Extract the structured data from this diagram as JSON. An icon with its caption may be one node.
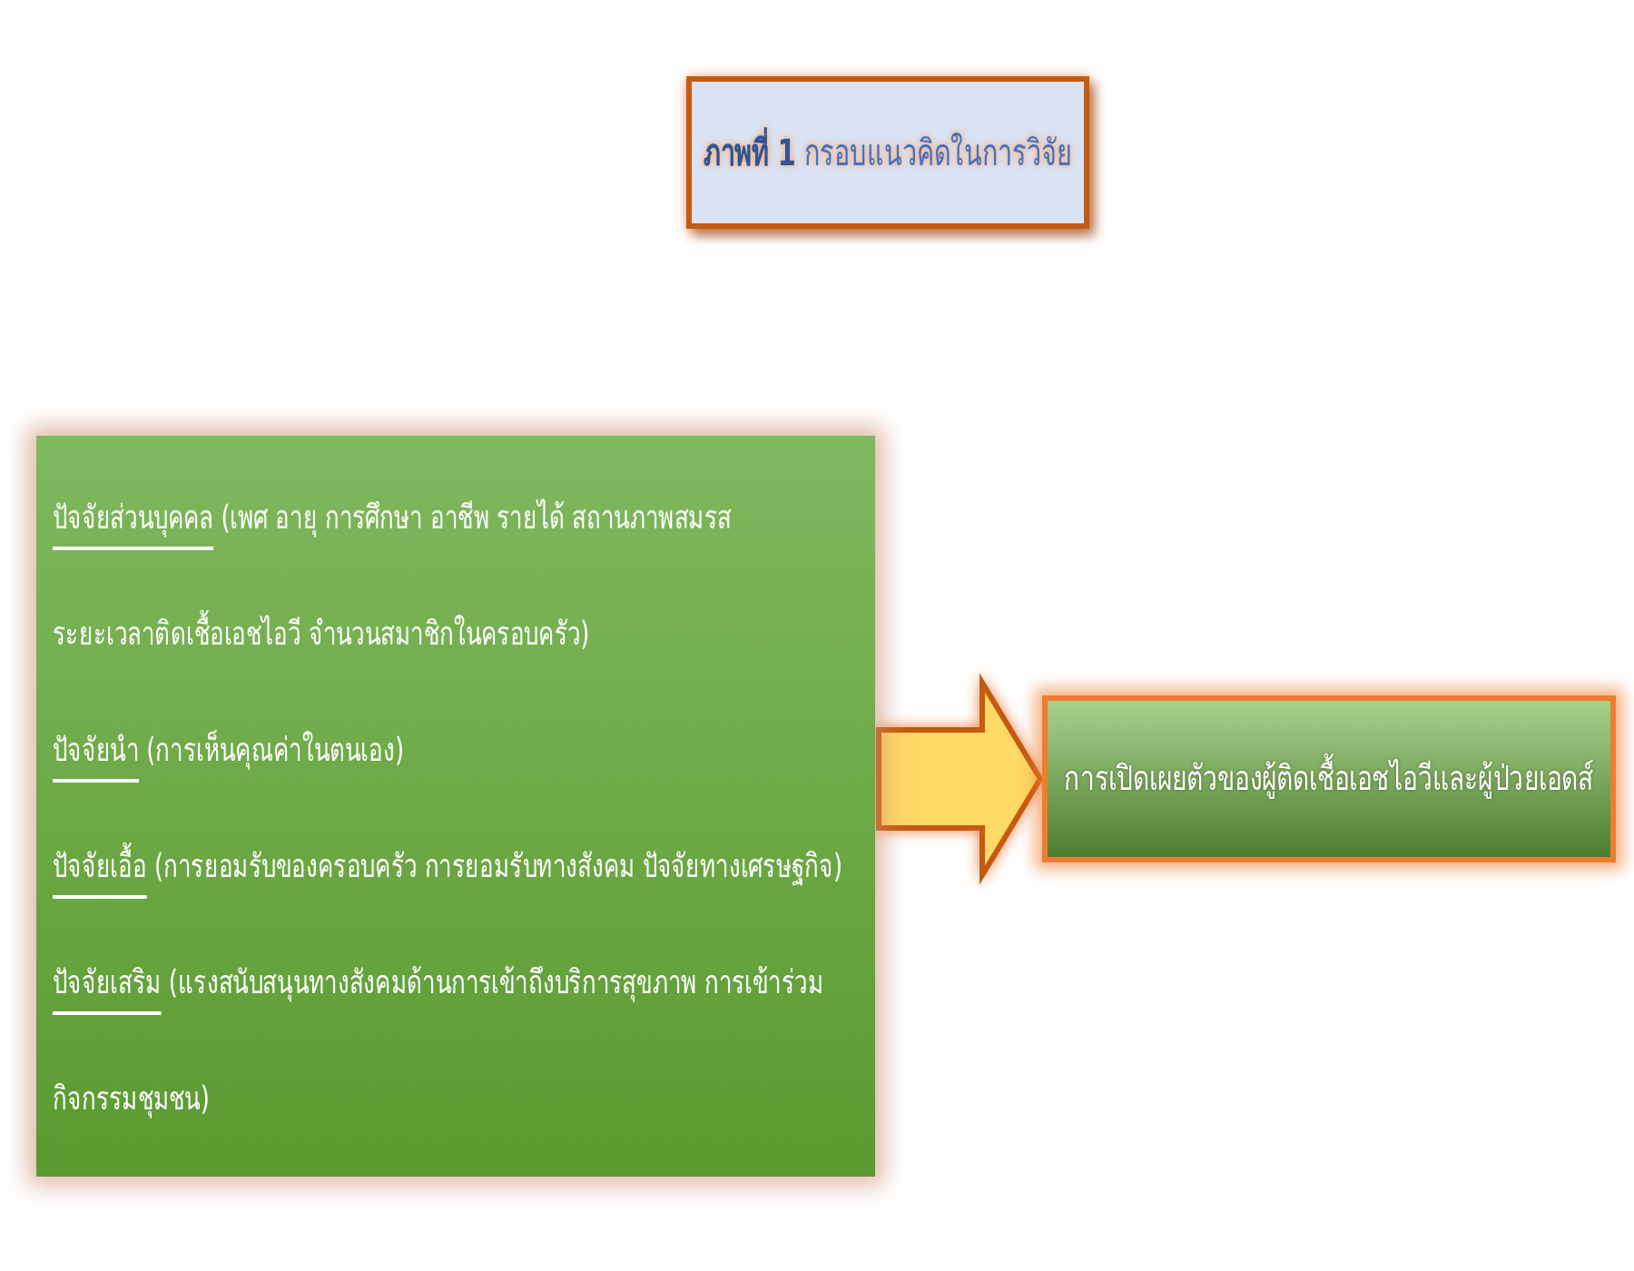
{
  "diagram": {
    "title": "**ภาพที่ 1** กรอบแนวคิดในการวิจัย",
    "nodes": [
      {
        "text": [
          "ปัจจัยส่วนบุคคล",
          "(เพศ อายุ การศึกษา อาชีพ รายได้ สถานภาพสมรส ระยะเวลาติดเชื้อเอชไอวี จำนวนสมาชิกในครอบครัว)",
          "ปัจจัยนำ",
          "(การเห็นคุณค่าในตนเอง)",
          "ปัจจัยเอื้อ",
          "(การยอมรับของครอบครัว การยอมรับทางสังคม ปัจจัยทางเศรษฐกิจ)",
          "ปัจจัยเสริม",
          "(แรงสนับสนุนทางสังคมด้านการเข้าถึงบริการสุขภาพ การเข้าร่วมกิจกรรมชุมชน)"
        ]
      },
      {
        "text": [
          "การเปิดเผยตัวของผู้ติดเชื้อเอชไอวีและผู้ป่วยเอดส์"
        ]
      }
    ],
    "edges": [
      {
        "from": 0,
        "to": 1,
        "arrow": "to"
      }
    ]
  }
}
